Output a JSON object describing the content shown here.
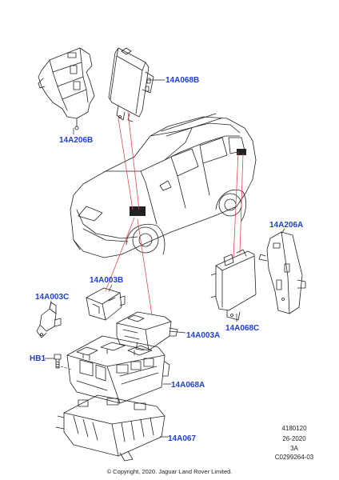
{
  "callouts": {
    "c1": "14A068B",
    "c2": "14A206B",
    "c3": "14A206A",
    "c4": "14A003B",
    "c5": "14A003C",
    "c6": "14A003A",
    "c7": "14A068C",
    "c8": "HB1",
    "c9": "14A068A",
    "c10": "14A067"
  },
  "meta": {
    "line1": "4180120",
    "line2": "26-2020",
    "line3": "3A",
    "line4": "C0299264-03"
  },
  "copyright": "© Copyright, 2020. Jaguar Land Rover Limited.",
  "colors": {
    "callout": "#1f3fd0",
    "leader_red": "#e0484c",
    "line": "#222222"
  }
}
